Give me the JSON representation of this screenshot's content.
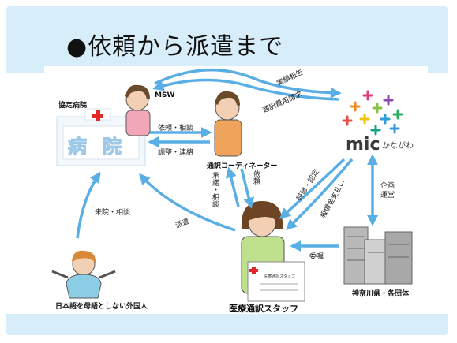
{
  "title": "●依頼から派遣まで",
  "nodes": {
    "hospital": "協定病院",
    "msw": "MSW",
    "coordinator": "通訳コーディネーター",
    "mic": "mic",
    "mic_sub": "かながわ",
    "staff": "医療通訳スタッフ",
    "kanagawa": "神奈川県・各団体",
    "foreigner": "日本語を母語としない外国人",
    "hospital_sign": "病院",
    "badge_title": "医療通訳スタッフ"
  },
  "arrows": {
    "report": "実績報告",
    "fee_request": "通訳費用請求",
    "request_consult": "依頼・相談",
    "adjust_contact": "調整・連絡",
    "request": "依頼",
    "consult_accept": "承諾・相談",
    "training": "研修・認定",
    "reward_payment": "報償金支払い",
    "planning": "企画運営",
    "commission": "委嘱",
    "visit_consult": "来院・相談",
    "dispatch": "派遣"
  },
  "colors": {
    "arrow": "#5aaee6",
    "background_band": "#d7edf9"
  }
}
